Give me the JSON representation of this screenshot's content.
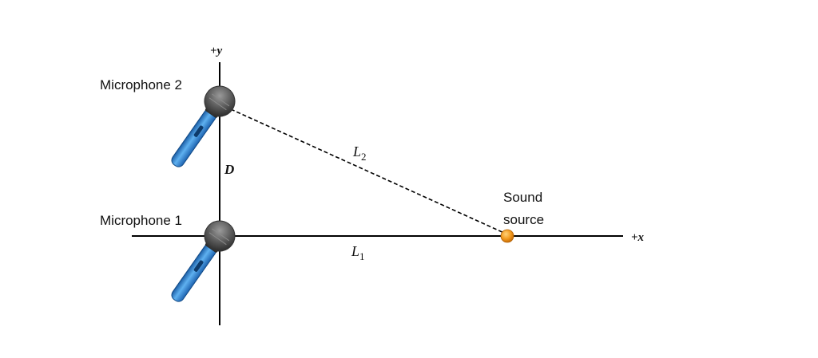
{
  "axes": {
    "y_label": "+y",
    "x_label": "+x"
  },
  "microphones": [
    {
      "label": "Microphone 2"
    },
    {
      "label": "Microphone 1"
    }
  ],
  "distance_labels": {
    "D": "D",
    "L1_main": "L",
    "L1_sub": "1",
    "L2_main": "L",
    "L2_sub": "2"
  },
  "source": {
    "label_line1": "Sound",
    "label_line2": "source"
  },
  "colors": {
    "mic_head": "#5a5a5a",
    "mic_body": "#2f86d6",
    "source_dot": "#f29a1f"
  },
  "icons": {
    "microphone": "microphone-icon",
    "source": "sound-source-dot"
  }
}
